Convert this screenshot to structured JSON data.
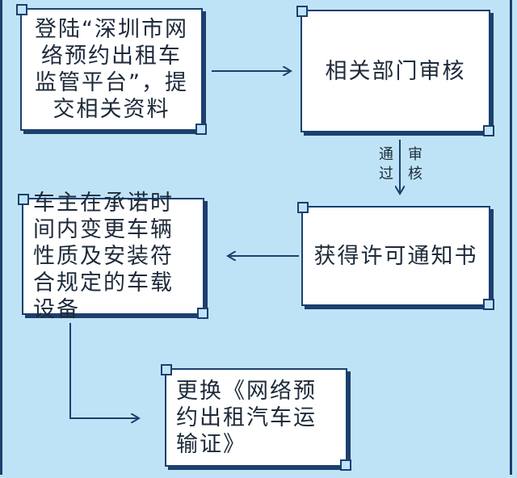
{
  "nodes": {
    "step1": "登陆“深圳市网络预约出租车监管平台”，提交相关资料",
    "step2": "相关部门审核",
    "step3": "获得许可通知书",
    "step4": "车主在承诺时间内变更车辆性质及安装符合规定的车载设备",
    "step5": "更换《网络预约出租汽车运输证》"
  },
  "edge_labels": {
    "review_left": "通过",
    "review_right": "审核"
  },
  "colors": {
    "background": "#bfe3f6",
    "box_border": "#1c3f6e",
    "box_fill": "#ffffff",
    "arrow": "#1c3f6e"
  }
}
